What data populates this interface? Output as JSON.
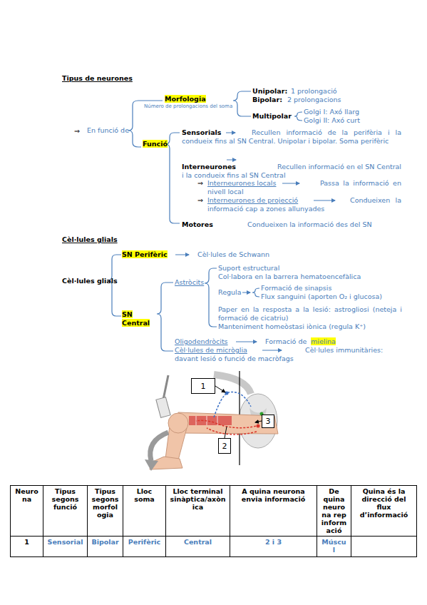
{
  "diagram": {
    "title": "Tipus de neurones",
    "nodes": [
      {
        "text": [
          "1"
        ]
      },
      {
        "text": [
          "2"
        ]
      },
      {
        "text": [
          "3"
        ]
      }
    ],
    "labels": [
      "Morfologia",
      "Número de prolongacions del soma",
      "Unipolar:",
      "1 prolongació",
      "Bipolar:",
      "2 prolongacions",
      "Multipolar",
      "Golgi I: Axó llarg",
      "Golgi II: Axó curt",
      "⇒",
      "En funció de",
      "Funció",
      "Sensorials",
      "Recullen informació de la perifèria i la condueix fins al SN Central. Unipolar i bipolar. Soma perifèric",
      "Interneurones",
      "Recullen informació en el SN Central i la condueix fins al SN Central",
      "⇒",
      "Interneurones locals",
      "Passa la informació en nivell local",
      "⇒",
      "Interneurones de projecció",
      "Condueixen la informació cap a zones allunyades",
      "Motores",
      "Condueixen la informació des del SN",
      "Cèl·lules glials",
      "SN Perifèric",
      "Cèl·lules de Schwann",
      "Cèl·lules glials",
      "Astròcits",
      "Suport estructural",
      "Col·labora en la barrera hematoencefàlica",
      "Regula",
      "Formació de sinapsis",
      "Flux sanguini (aporten O₂ i glucosa)",
      "SN Central",
      "Paper en la resposta a la lesió: astrogliosi (neteja i formació de cicatriu)",
      "Manteniment homeòstasi iònica (regula K⁺)",
      "Oligodendròcits",
      "Formació de",
      "mielina",
      "Cèl·lules de micròglia",
      "Cèl·lules immunitàries: davant lesió o funció de macròfags",
      "Neurona",
      "Tipus segons funció",
      "Tipus segons morfologia",
      "Lloc soma",
      "Lloc terminal sinàptica/axònica",
      "A quina neurona envia informació",
      "De quina neurona rep informació",
      "Quina és la direcció del flux d’informació",
      "1",
      "Sensorial",
      "Bipolar",
      "Perifèric",
      "Central",
      "2 i 3",
      "Múscul"
    ]
  }
}
